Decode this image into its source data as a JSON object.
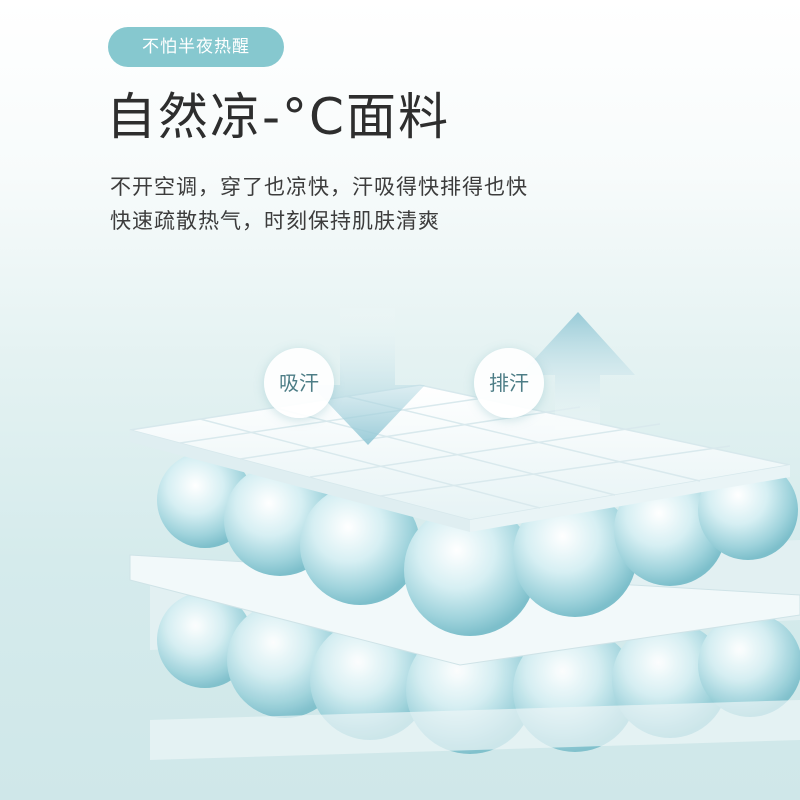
{
  "tag": "不怕半夜热醒",
  "title": "自然凉-°C面料",
  "description": {
    "line1": "不开空调，穿了也凉快，汗吸得快排得也快",
    "line2": "快速疏散热气，时刻保持肌肤清爽"
  },
  "labels": {
    "absorb": "吸汗",
    "expel": "排汗"
  },
  "colors": {
    "accent": "#86c8cf",
    "text": "#2e2e2e",
    "bubble": "#9fd3dc"
  }
}
